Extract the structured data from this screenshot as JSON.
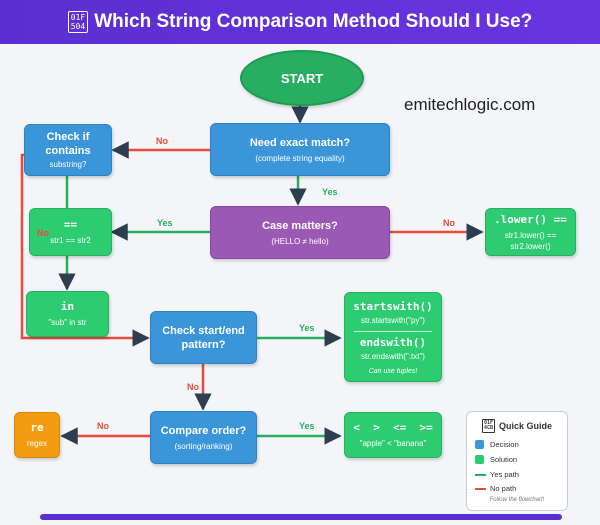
{
  "header": {
    "icon_text": "01F\n504",
    "title": "Which String Comparison Method Should I Use?"
  },
  "brand": "emitechlogic.com",
  "colors": {
    "header": "#5a2fd0",
    "decision": "#3a95d9",
    "case_decision": "#9b59b6",
    "solution": "#2ecc71",
    "regex": "#f39c12",
    "start": "#27ae60",
    "yes_path": "#27ae60",
    "no_path": "#e74c3c"
  },
  "nodes": {
    "start": "START",
    "exact_match": {
      "title": "Need exact match?",
      "sub": "(complete string equality)"
    },
    "contains": {
      "title": "Check if\ncontains",
      "sub": "substring?"
    },
    "case": {
      "title": "Case matters?",
      "sub": "(HELLO ≠ hello)"
    },
    "equals": {
      "title": "==",
      "sub": "str1 == str2"
    },
    "lower": {
      "title": ".lower() ==",
      "sub": "str1.lower() ==\nstr2.lower()"
    },
    "in_op": {
      "title": "in",
      "sub": "\"sub\" in str"
    },
    "startend": {
      "title": "Check start/end\npattern?"
    },
    "startswith_box": {
      "title1": "startswith()",
      "sub1": "str.startswith(\"py\")",
      "title2": "endswith()",
      "sub2": "str.endswith(\".txt\")",
      "note": "Can use tuples!"
    },
    "compare": {
      "title": "Compare order?",
      "sub": "(sorting/ranking)"
    },
    "regex": {
      "title": "re",
      "sub": "regex"
    },
    "ops": {
      "title": "<  >  <=  >=",
      "sub": "\"apple\" < \"banana\""
    }
  },
  "edge_labels": {
    "yes": "Yes",
    "no": "No"
  },
  "legend": {
    "icon_text": "01F\n4CB",
    "title": "Quick Guide",
    "decision": "Decision",
    "solution": "Solution",
    "yes_path": "Yes path",
    "no_path": "No path",
    "footer": "Follow the flowchart!"
  }
}
